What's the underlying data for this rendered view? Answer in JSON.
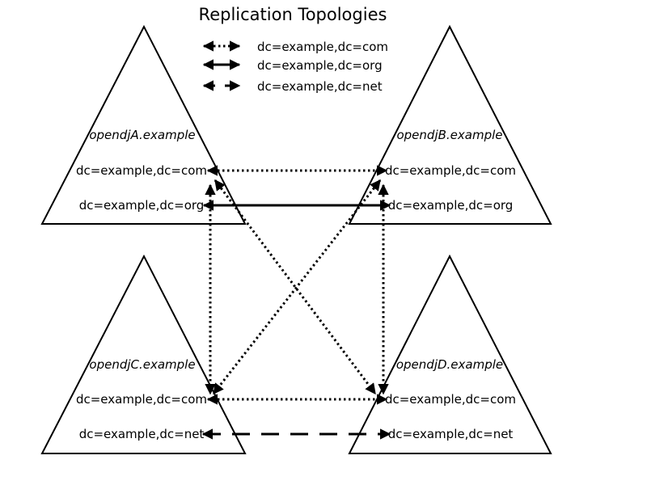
{
  "title": "Replication Topologies",
  "legend": [
    {
      "style": "dotted",
      "label": "dc=example,dc=com"
    },
    {
      "style": "solid",
      "label": "dc=example,dc=org"
    },
    {
      "style": "dashed",
      "label": "dc=example,dc=net"
    }
  ],
  "servers": [
    {
      "id": "A",
      "host": "opendjA.example",
      "suffixes": [
        "dc=example,dc=com",
        "dc=example,dc=org"
      ]
    },
    {
      "id": "B",
      "host": "opendjB.example",
      "suffixes": [
        "dc=example,dc=com",
        "dc=example,dc=org"
      ]
    },
    {
      "id": "C",
      "host": "opendjC.example",
      "suffixes": [
        "dc=example,dc=com",
        "dc=example,dc=net"
      ]
    },
    {
      "id": "D",
      "host": "opendjD.example",
      "suffixes": [
        "dc=example,dc=com",
        "dc=example,dc=net"
      ]
    }
  ],
  "links": [
    {
      "from": "A",
      "to": "B",
      "suffix": "dc=example,dc=com",
      "style": "dotted"
    },
    {
      "from": "A",
      "to": "C",
      "suffix": "dc=example,dc=com",
      "style": "dotted"
    },
    {
      "from": "A",
      "to": "D",
      "suffix": "dc=example,dc=com",
      "style": "dotted"
    },
    {
      "from": "B",
      "to": "C",
      "suffix": "dc=example,dc=com",
      "style": "dotted"
    },
    {
      "from": "B",
      "to": "D",
      "suffix": "dc=example,dc=com",
      "style": "dotted"
    },
    {
      "from": "C",
      "to": "D",
      "suffix": "dc=example,dc=com",
      "style": "dotted"
    },
    {
      "from": "A",
      "to": "B",
      "suffix": "dc=example,dc=org",
      "style": "solid"
    },
    {
      "from": "C",
      "to": "D",
      "suffix": "dc=example,dc=net",
      "style": "dashed"
    }
  ]
}
